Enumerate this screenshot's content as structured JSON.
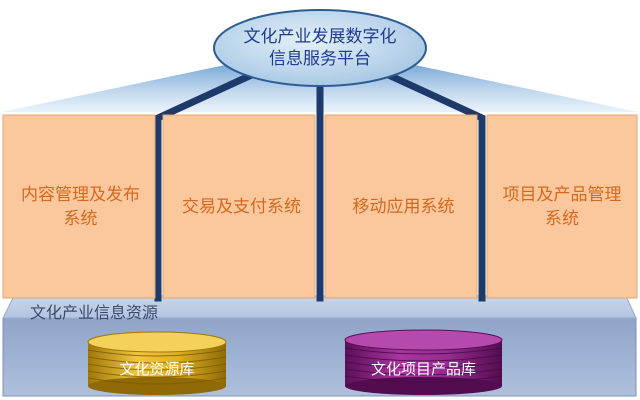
{
  "platform": {
    "line1": "文化产业发展数字化",
    "line2": "信息服务平台"
  },
  "systems": [
    {
      "line1": "内容管理及发布",
      "line2": "系统"
    },
    {
      "line1": "交易及支付系统",
      "line2": ""
    },
    {
      "line1": "移动应用系统",
      "line2": ""
    },
    {
      "line1": "项目及产品管理",
      "line2": "系统"
    }
  ],
  "resources": {
    "title": "文化产业信息资源",
    "databases": [
      {
        "label": "文化资源库",
        "color": "#d2a012"
      },
      {
        "label": "文化项目产品库",
        "color": "#8a1f86"
      }
    ]
  },
  "colors": {
    "system_fill": "#fbc79c",
    "system_text": "#d56a1f",
    "platform_fill": "#bcd7ec",
    "platform_text": "#1f3c8f",
    "connector": "#1d3a6b",
    "resource_fill": "#a3b6d3"
  }
}
